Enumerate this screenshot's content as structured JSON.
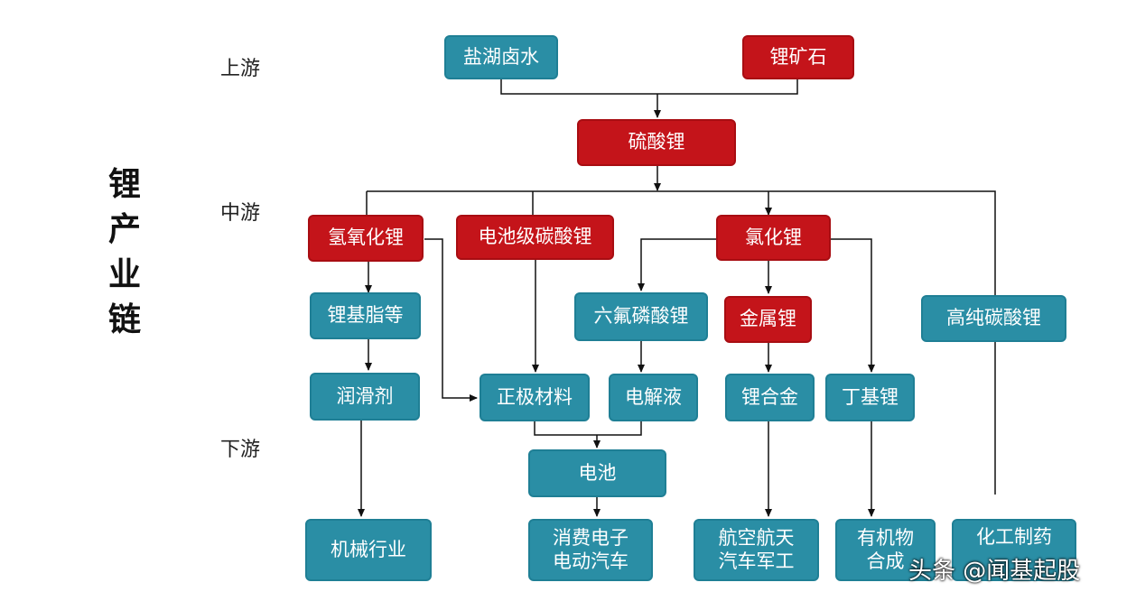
{
  "title": "锂\n产\n业\n链",
  "stages": {
    "upstream": "上游",
    "midstream": "中游",
    "downstream": "下游"
  },
  "colors": {
    "teal": "#2a8ea5",
    "red": "#c4141a"
  },
  "nodes": {
    "salt_lake_brine": "盐湖卤水",
    "lithium_ore": "锂矿石",
    "lithium_sulfate": "硫酸锂",
    "lithium_hydroxide": "氢氧化锂",
    "battery_grade_carbonate": "电池级碳酸锂",
    "lithium_chloride": "氯化锂",
    "lithium_grease": "锂基脂等",
    "lithium_hexafluorophosphate": "六氟磷酸锂",
    "lithium_metal": "金属锂",
    "high_purity_carbonate": "高纯碳酸锂",
    "lubricant": "润滑剂",
    "cathode_material": "正极材料",
    "electrolyte": "电解液",
    "lithium_alloy": "锂合金",
    "butyl_lithium": "丁基锂",
    "battery": "电池",
    "machinery": "机械行业",
    "consumer_ev": "消费电子\n电动汽车",
    "aerospace_auto_military": "航空航天\n汽车军工",
    "organic_synthesis": "有机物\n合成",
    "chemical_pharma": "化工制药"
  },
  "watermark": "头条 @闻基起股"
}
